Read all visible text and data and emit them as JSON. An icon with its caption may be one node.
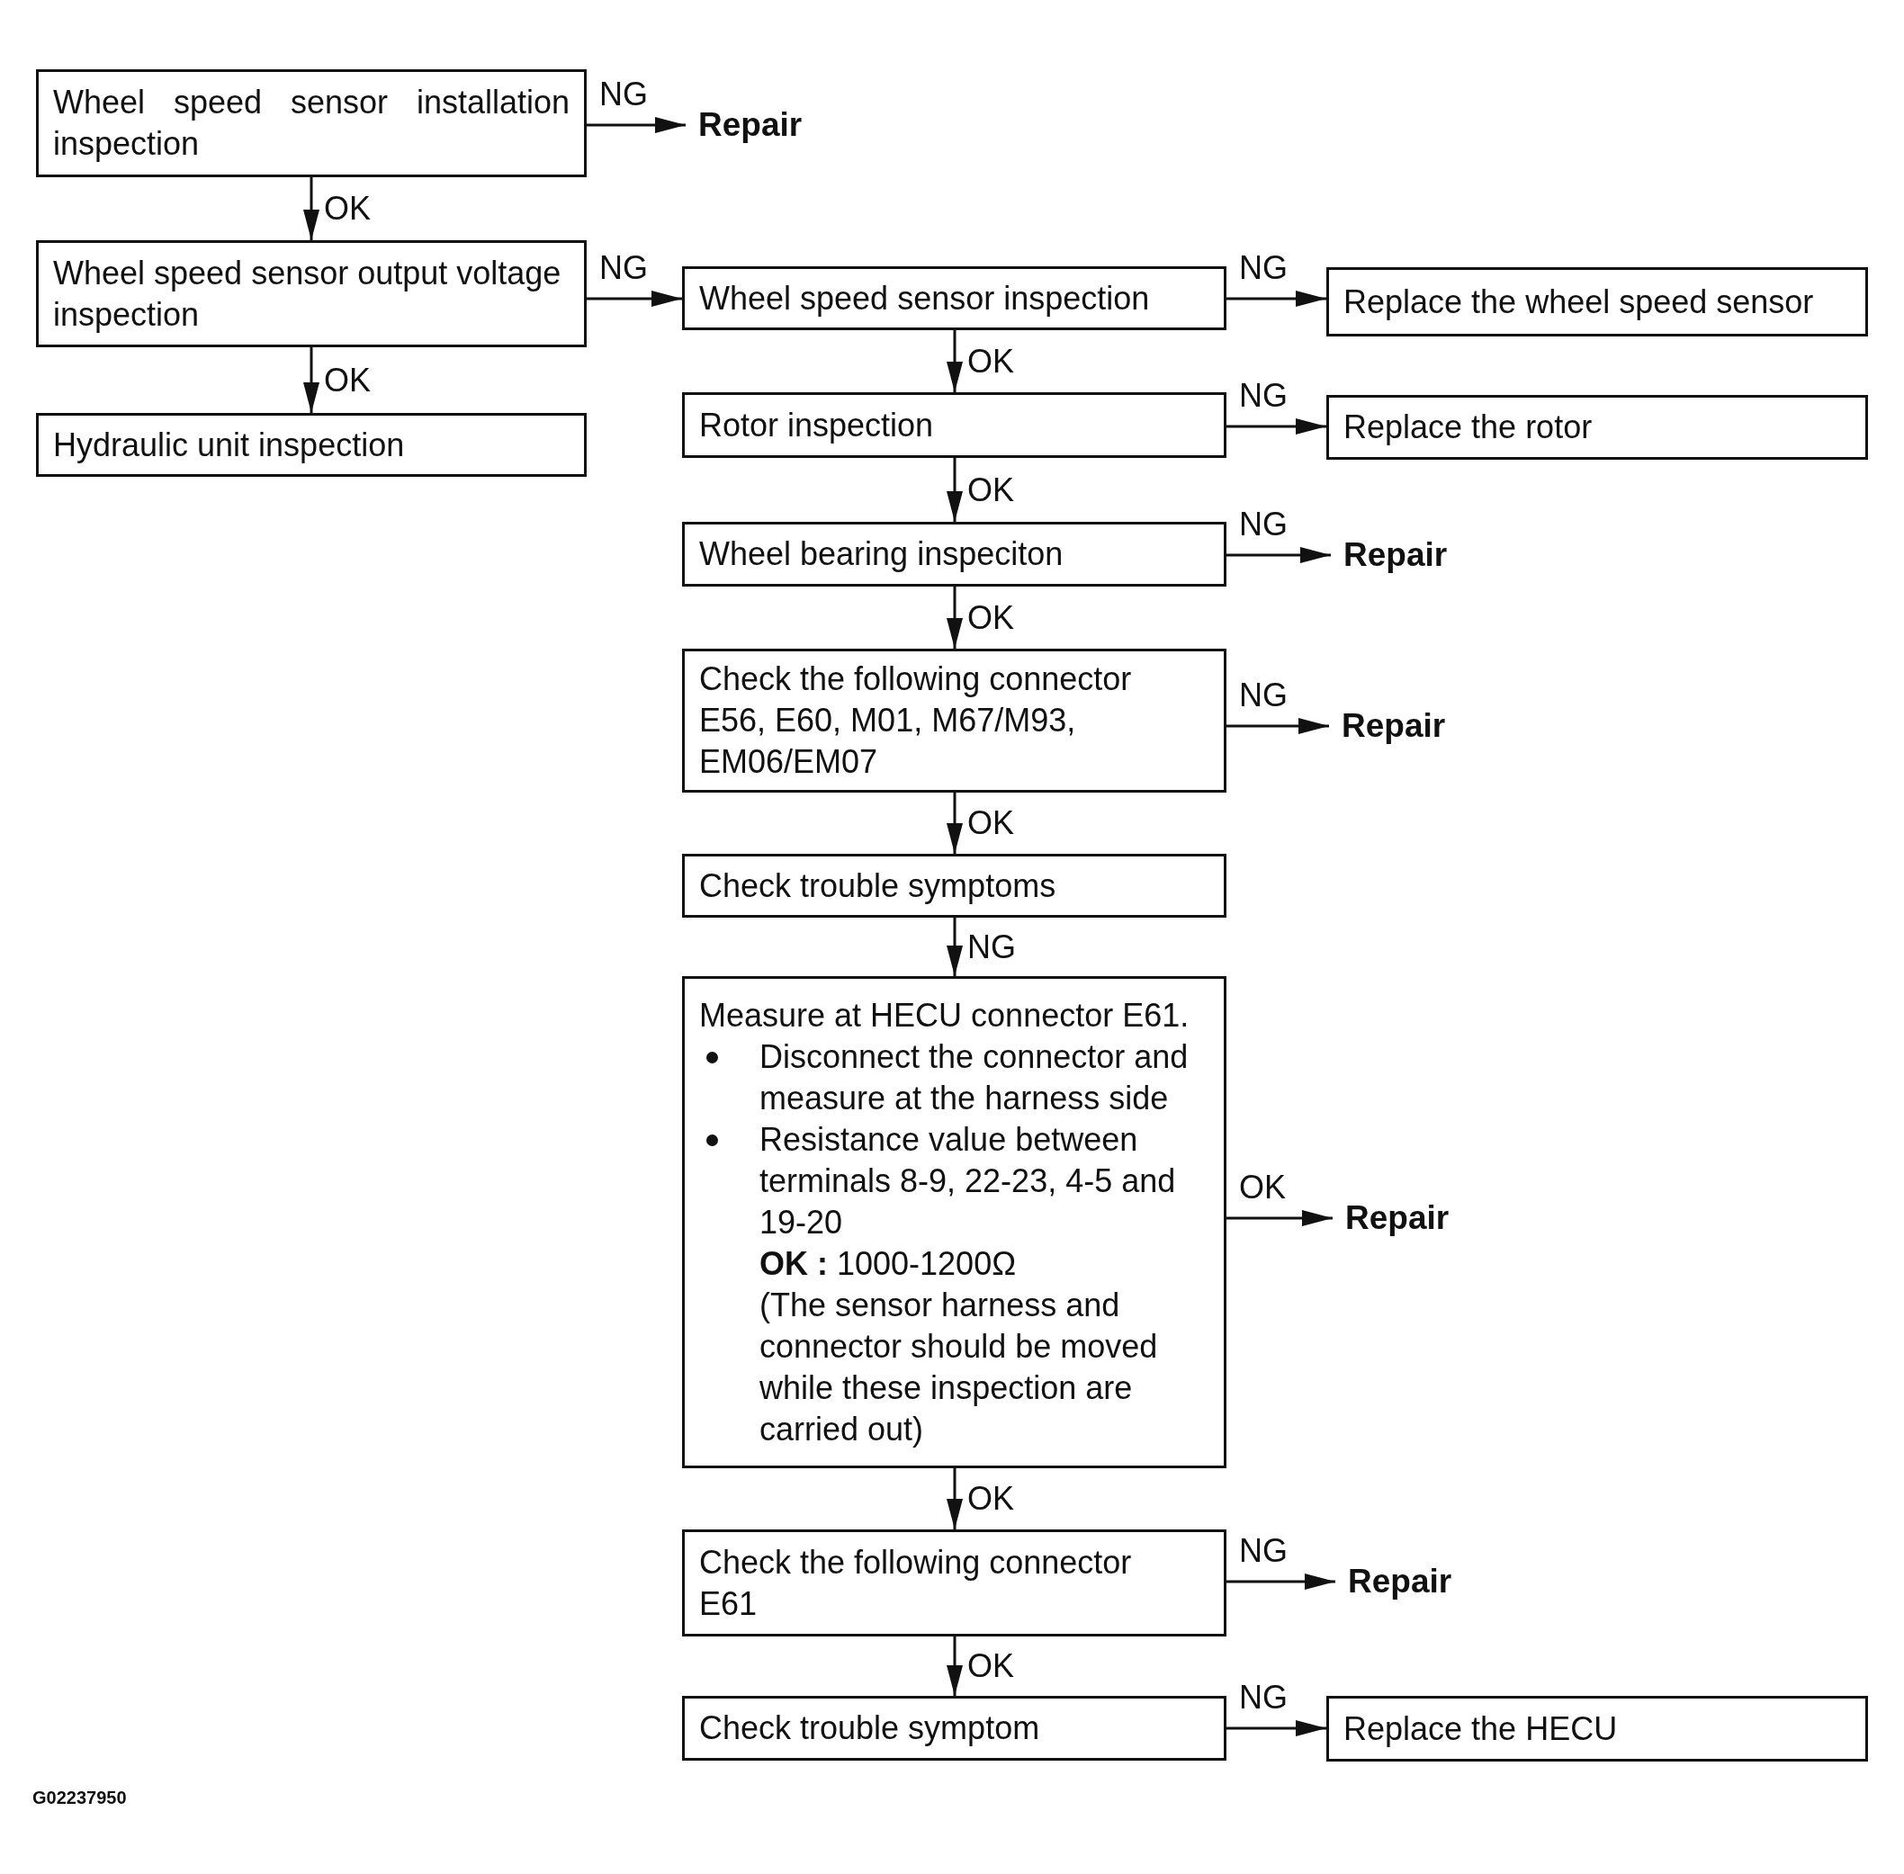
{
  "diagram": {
    "nodes": [
      {
        "text": [
          "Wheel speed sensor installation inspection"
        ]
      },
      {
        "text": [
          "Repair"
        ]
      },
      {
        "text": [
          "Wheel speed sensor output voltage inspection"
        ]
      },
      {
        "text": [
          "Wheel speed sensor inspection"
        ]
      },
      {
        "text": [
          "Replace the wheel speed sensor"
        ]
      },
      {
        "text": [
          "Hydraulic unit inspection"
        ]
      },
      {
        "text": [
          "Rotor inspection"
        ]
      },
      {
        "text": [
          "Replace the rotor"
        ]
      },
      {
        "text": [
          "Wheel bearing inspeciton"
        ]
      },
      {
        "text": [
          "Repair"
        ]
      },
      {
        "text": [
          "Check the following connector E56, E60, M01, M67/M93, EM06/EM07"
        ]
      },
      {
        "text": [
          "Repair"
        ]
      },
      {
        "text": [
          "Check trouble symptoms"
        ]
      },
      {
        "text": [
          "Measure at HECU connector E61.",
          "Disconnect the connector and measure at the harness side",
          "Resistance value between terminals 8-9, 22-23, 4-5 and 19-20",
          "**OK :** 1000-1200Ω",
          "(The sensor harness and connector should be moved while these inspection are carried out)"
        ]
      },
      {
        "text": [
          "Repair"
        ]
      },
      {
        "text": [
          "Check the following connector E61"
        ]
      },
      {
        "text": [
          "Repair"
        ]
      },
      {
        "text": [
          "Check trouble symptom"
        ]
      },
      {
        "text": [
          "Replace the HECU"
        ]
      }
    ],
    "edges": [
      {
        "from": 0,
        "to": 1,
        "arrow": "to",
        "label": "NG"
      },
      {
        "from": 0,
        "to": 2,
        "arrow": "to",
        "label": "OK"
      },
      {
        "from": 2,
        "to": 3,
        "arrow": "to",
        "label": "NG"
      },
      {
        "from": 2,
        "to": 5,
        "arrow": "to",
        "label": "OK"
      },
      {
        "from": 3,
        "to": 4,
        "arrow": "to",
        "label": "NG"
      },
      {
        "from": 3,
        "to": 6,
        "arrow": "to",
        "label": "OK"
      },
      {
        "from": 6,
        "to": 7,
        "arrow": "to",
        "label": "NG"
      },
      {
        "from": 6,
        "to": 8,
        "arrow": "to",
        "label": "OK"
      },
      {
        "from": 8,
        "to": 9,
        "arrow": "to",
        "label": "NG"
      },
      {
        "from": 8,
        "to": 10,
        "arrow": "to",
        "label": "OK"
      },
      {
        "from": 10,
        "to": 11,
        "arrow": "to",
        "label": "NG"
      },
      {
        "from": 10,
        "to": 12,
        "arrow": "to",
        "label": "OK"
      },
      {
        "from": 12,
        "to": 13,
        "arrow": "to",
        "label": "NG"
      },
      {
        "from": 13,
        "to": 14,
        "arrow": "to",
        "label": "OK"
      },
      {
        "from": 13,
        "to": 15,
        "arrow": "to",
        "label": "OK"
      },
      {
        "from": 15,
        "to": 16,
        "arrow": "to",
        "label": "NG"
      },
      {
        "from": 15,
        "to": 17,
        "arrow": "to",
        "label": "OK"
      },
      {
        "from": 17,
        "to": 18,
        "arrow": "to",
        "label": "NG"
      }
    ],
    "labels": [
      "G02237950"
    ]
  }
}
